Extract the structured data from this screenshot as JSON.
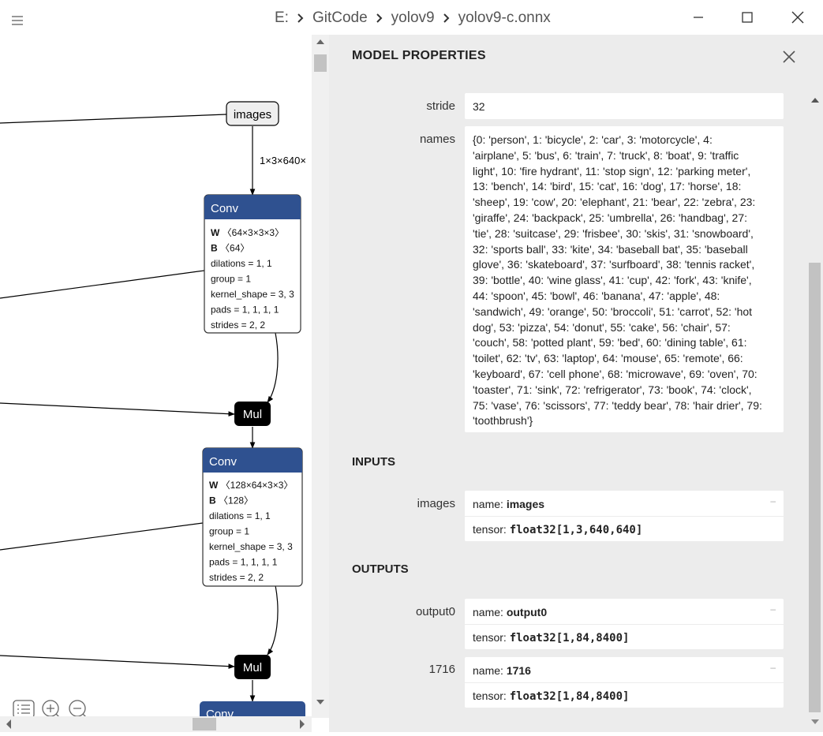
{
  "titlebar": {
    "breadcrumb": [
      "E:",
      "GitCode",
      "yolov9",
      "yolov9-c.onnx"
    ]
  },
  "graph": {
    "input_node": "images",
    "edge_label": "1×3×640×",
    "nodes": [
      {
        "title": "Conv",
        "attrs": [
          {
            "key": "W",
            "val": "〈64×3×3×3〉"
          },
          {
            "key": "B",
            "val": "〈64〉"
          },
          {
            "key": "",
            "val": "dilations = 1, 1"
          },
          {
            "key": "",
            "val": "group = 1"
          },
          {
            "key": "",
            "val": "kernel_shape = 3, 3"
          },
          {
            "key": "",
            "val": "pads = 1, 1, 1, 1"
          },
          {
            "key": "",
            "val": "strides = 2, 2"
          }
        ]
      },
      {
        "title": "Conv",
        "attrs": [
          {
            "key": "W",
            "val": "〈128×64×3×3〉"
          },
          {
            "key": "B",
            "val": "〈128〉"
          },
          {
            "key": "",
            "val": "dilations = 1, 1"
          },
          {
            "key": "",
            "val": "group = 1"
          },
          {
            "key": "",
            "val": "kernel_shape = 3, 3"
          },
          {
            "key": "",
            "val": "pads = 1, 1, 1, 1"
          },
          {
            "key": "",
            "val": "strides = 2, 2"
          }
        ]
      }
    ],
    "mul_label": "Mul",
    "partial_node": "Conv"
  },
  "panel": {
    "title": "MODEL PROPERTIES",
    "stride_label": "stride",
    "stride_value": "32",
    "names_label": "names",
    "names_lines": [
      "{0: 'person', 1: 'bicycle', 2: 'car', 3: 'motorcycle', 4:",
      "'airplane', 5: 'bus', 6: 'train', 7: 'truck', 8: 'boat', 9: 'traffic",
      "light', 10: 'fire hydrant', 11: 'stop sign', 12: 'parking meter',",
      "13: 'bench', 14: 'bird', 15: 'cat', 16: 'dog', 17: 'horse', 18:",
      "'sheep', 19: 'cow', 20: 'elephant', 21: 'bear', 22: 'zebra', 23:",
      "'giraffe', 24: 'backpack', 25: 'umbrella', 26: 'handbag', 27:",
      "'tie', 28: 'suitcase', 29: 'frisbee', 30: 'skis', 31: 'snowboard',",
      "32: 'sports ball', 33: 'kite', 34: 'baseball bat', 35: 'baseball",
      "glove', 36: 'skateboard', 37: 'surfboard', 38: 'tennis racket',",
      "39: 'bottle', 40: 'wine glass', 41: 'cup', 42: 'fork', 43: 'knife',",
      "44: 'spoon', 45: 'bowl', 46: 'banana', 47: 'apple', 48:",
      "'sandwich', 49: 'orange', 50: 'broccoli', 51: 'carrot', 52: 'hot",
      "dog', 53: 'pizza', 54: 'donut', 55: 'cake', 56: 'chair', 57:",
      "'couch', 58: 'potted plant', 59: 'bed', 60: 'dining table', 61:",
      "'toilet', 62: 'tv', 63: 'laptop', 64: 'mouse', 65: 'remote', 66:",
      "'keyboard', 67: 'cell phone', 68: 'microwave', 69: 'oven', 70:",
      "'toaster', 71: 'sink', 72: 'refrigerator', 73: 'book', 74: 'clock',",
      "75: 'vase', 76: 'scissors', 77: 'teddy bear', 78: 'hair drier', 79:",
      "'toothbrush'}"
    ],
    "inputs_heading": "INPUTS",
    "outputs_heading": "OUTPUTS",
    "name_prefix": "name:",
    "tensor_prefix": "tensor:",
    "dash": "–",
    "inputs": [
      {
        "label": "images",
        "name": "images",
        "tensor": "float32[1,3,640,640]"
      }
    ],
    "outputs": [
      {
        "label": "output0",
        "name": "output0",
        "tensor": "float32[1,84,8400]"
      },
      {
        "label": "1716",
        "name": "1716",
        "tensor": "float32[1,84,8400]"
      }
    ]
  }
}
